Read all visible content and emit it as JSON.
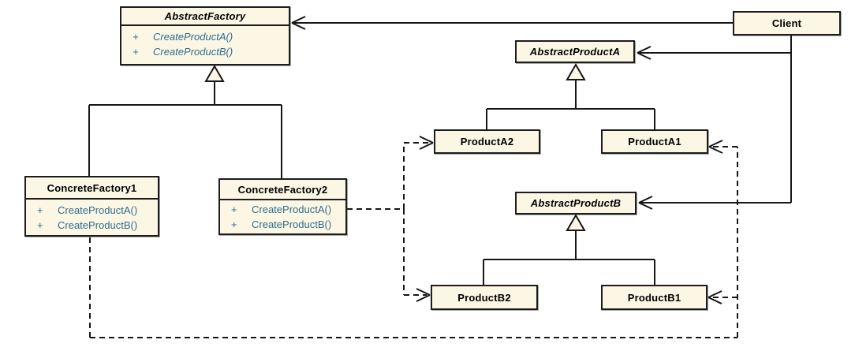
{
  "diagram": {
    "pattern_name": "Abstract Factory",
    "colors": {
      "background": "#ffffff",
      "box_fill": "#fcf6e4",
      "box_border": "#1c1c1c",
      "title_text": "#000000",
      "method_text": "#2e6e8e",
      "line": "#161616"
    },
    "classes": {
      "abstract_factory": {
        "name": "AbstractFactory",
        "abstract": true,
        "methods": [
          {
            "visibility": "+",
            "signature": "CreateProductA()"
          },
          {
            "visibility": "+",
            "signature": "CreateProductB()"
          }
        ]
      },
      "concrete_factory1": {
        "name": "ConcreteFactory1",
        "abstract": false,
        "methods": [
          {
            "visibility": "+",
            "signature": "CreateProductA()"
          },
          {
            "visibility": "+",
            "signature": "CreateProductB()"
          }
        ]
      },
      "concrete_factory2": {
        "name": "ConcreteFactory2",
        "abstract": false,
        "methods": [
          {
            "visibility": "+",
            "signature": "CreateProductA()"
          },
          {
            "visibility": "+",
            "signature": "CreateProductB()"
          }
        ]
      },
      "client": {
        "name": "Client",
        "abstract": false
      },
      "abstract_product_a": {
        "name": "AbstractProductA",
        "abstract": true
      },
      "product_a2": {
        "name": "ProductA2",
        "abstract": false
      },
      "product_a1": {
        "name": "ProductA1",
        "abstract": false
      },
      "abstract_product_b": {
        "name": "AbstractProductB",
        "abstract": true
      },
      "product_b2": {
        "name": "ProductB2",
        "abstract": false
      },
      "product_b1": {
        "name": "ProductB1",
        "abstract": false
      }
    },
    "relationships": [
      {
        "type": "association",
        "style": "solid-open-arrow",
        "from": "Client",
        "to": "AbstractFactory"
      },
      {
        "type": "association",
        "style": "solid-open-arrow",
        "from": "Client",
        "to": "AbstractProductA"
      },
      {
        "type": "association",
        "style": "solid-open-arrow",
        "from": "Client",
        "to": "AbstractProductB"
      },
      {
        "type": "generalization",
        "style": "solid-hollow-triangle",
        "from": "ConcreteFactory1",
        "to": "AbstractFactory"
      },
      {
        "type": "generalization",
        "style": "solid-hollow-triangle",
        "from": "ConcreteFactory2",
        "to": "AbstractFactory"
      },
      {
        "type": "generalization",
        "style": "solid-hollow-triangle",
        "from": "ProductA2",
        "to": "AbstractProductA"
      },
      {
        "type": "generalization",
        "style": "solid-hollow-triangle",
        "from": "ProductA1",
        "to": "AbstractProductA"
      },
      {
        "type": "generalization",
        "style": "solid-hollow-triangle",
        "from": "ProductB2",
        "to": "AbstractProductB"
      },
      {
        "type": "generalization",
        "style": "solid-hollow-triangle",
        "from": "ProductB1",
        "to": "AbstractProductB"
      },
      {
        "type": "dependency",
        "style": "dashed-open-arrow",
        "from": "ConcreteFactory2",
        "to": "ProductA2"
      },
      {
        "type": "dependency",
        "style": "dashed-open-arrow",
        "from": "ConcreteFactory2",
        "to": "ProductB2"
      },
      {
        "type": "dependency",
        "style": "dashed-open-arrow",
        "from": "ConcreteFactory1",
        "to": "ProductA1"
      },
      {
        "type": "dependency",
        "style": "dashed-open-arrow",
        "from": "ConcreteFactory1",
        "to": "ProductB1"
      }
    ]
  }
}
